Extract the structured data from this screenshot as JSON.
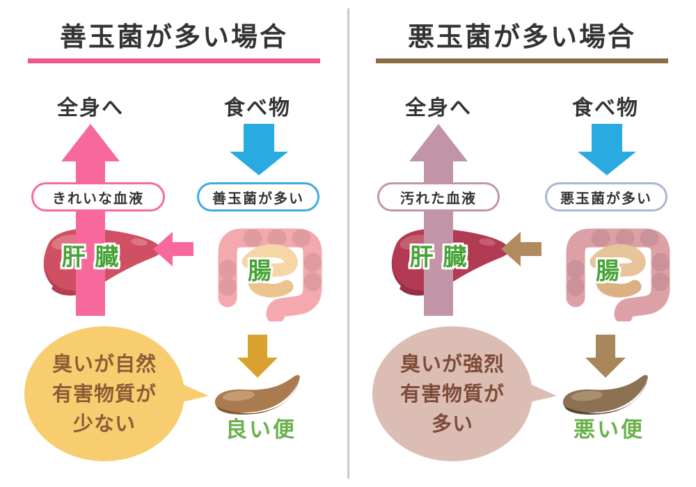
{
  "panels": [
    {
      "title": "善玉菌が多い場合",
      "to_body_label": "全身へ",
      "food_label": "食べ物",
      "blood_pill": "きれいな血液",
      "gut_pill": "善玉菌が多い",
      "liver_label": "肝 臓",
      "intestine_label": "腸",
      "stool_label": "良い便",
      "bubble_lines": [
        "臭いが自然",
        "有害物質が",
        "少ない"
      ]
    },
    {
      "title": "悪玉菌が多い場合",
      "to_body_label": "全身へ",
      "food_label": "食べ物",
      "blood_pill": "汚れた血液",
      "gut_pill": "悪玉菌が多い",
      "liver_label": "肝 臓",
      "intestine_label": "腸",
      "stool_label": "悪い便",
      "bubble_lines": [
        "臭いが強烈",
        "有害物質が",
        "多い"
      ]
    }
  ],
  "colors": {
    "shared": {
      "divider": "#c9c9c9",
      "text_dark": "#333333"
    },
    "left": {
      "underline": "#f2548c",
      "up_arrow": "#f7699d",
      "blood_pill_border": "#f7699d",
      "blue": "#29abe2",
      "gut_pill_border": "#3fa9e0",
      "to_liver_arrow": "#f7699d",
      "down_arrow2": "#d9a22e",
      "liver_main": "#cf5062",
      "liver_dark": "#b23c52",
      "liver_light": "#de7583",
      "colon": "#f3a9ae",
      "coil": "#f6d6a6",
      "coil_shade": "#ecc28e",
      "stool_body": "#aa7b4e",
      "stool_light": "#c59c71",
      "stool_dark": "#845a33",
      "bubble_bg": "#f8cd70",
      "bubble_text": "#8d5c36",
      "organ_green": "#46a437",
      "stool_green": "#69b04b"
    },
    "right": {
      "underline": "#8a6d45",
      "up_arrow": "#c294a7",
      "blood_pill_border": "#c294a7",
      "blue": "#29abe2",
      "gut_pill_border": "#aab5d4",
      "to_liver_arrow": "#b18b5d",
      "down_arrow2": "#a8875c",
      "liver_main": "#b23a52",
      "liver_dark": "#962f45",
      "liver_light": "#c55f70",
      "colon": "#dda0a6",
      "coil": "#e7c49a",
      "coil_shade": "#dbb083",
      "stool_body": "#8d7153",
      "stool_light": "#a98f6d",
      "stool_dark": "#564432",
      "bubble_bg": "#dcbdb4",
      "bubble_text": "#7d4b38",
      "organ_green": "#46a437",
      "stool_green": "#69b04b"
    }
  }
}
